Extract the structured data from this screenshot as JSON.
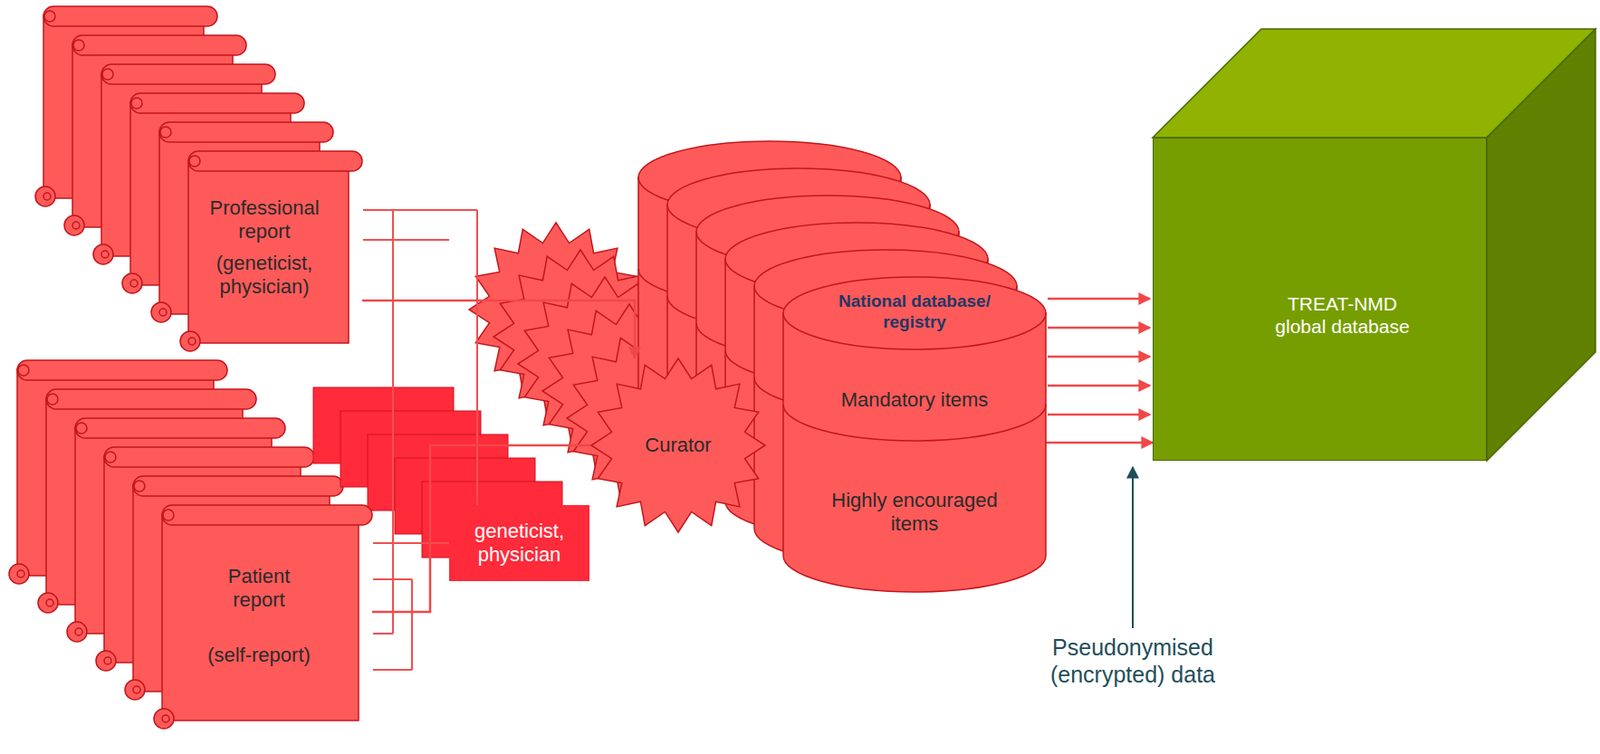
{
  "diagram": {
    "nodes": [
      {
        "text": [
          "Professional report",
          "(geneticist, physician)"
        ]
      },
      {
        "text": [
          "Patient report",
          "(self-report)"
        ]
      },
      {
        "text": [
          "geneticist, physician"
        ]
      },
      {
        "text": [
          "Curator"
        ]
      },
      {
        "text": [
          "National database/ registry"
        ]
      },
      {
        "text": [
          "Mandatory items"
        ],
        "in": 4
      },
      {
        "text": [
          "Highly encouraged items"
        ],
        "in": 4
      },
      {
        "text": [
          "TREAT-NMD global database"
        ]
      }
    ],
    "edges": [
      {
        "from": 0,
        "to": 3,
        "arrow": "to"
      },
      {
        "from": 1,
        "to": 3,
        "arrow": "none"
      },
      {
        "from": 4,
        "to": 7,
        "arrow": "to"
      }
    ],
    "labels": [
      "Pseudonymised (encrypted) data"
    ]
  }
}
